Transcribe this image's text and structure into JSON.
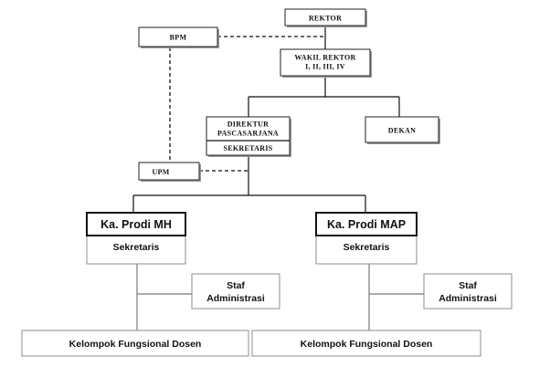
{
  "boxes": {
    "rektor": "REKTOR",
    "bpm": "BPM",
    "wakil_rektor": [
      "WAKIL REKTOR",
      "I, II, III, IV"
    ],
    "direktur": [
      "DIREKTUR",
      "PASCASARJANA"
    ],
    "sekretaris_pasca": "SEKRETARIS",
    "dekan": "DEKAN",
    "upm": "UPM",
    "kaprodi_mh": "Ka. Prodi MH",
    "sekretaris_mh": "Sekretaris",
    "staf_mh": [
      "Staf",
      "Administrasi"
    ],
    "kelompok_mh": "Kelompok Fungsional Dosen",
    "kaprodi_map": "Ka. Prodi MAP",
    "sekretaris_map": "Sekretaris",
    "staf_map": [
      "Staf",
      "Administrasi"
    ],
    "kelompok_map": "Kelompok Fungsional Dosen"
  }
}
